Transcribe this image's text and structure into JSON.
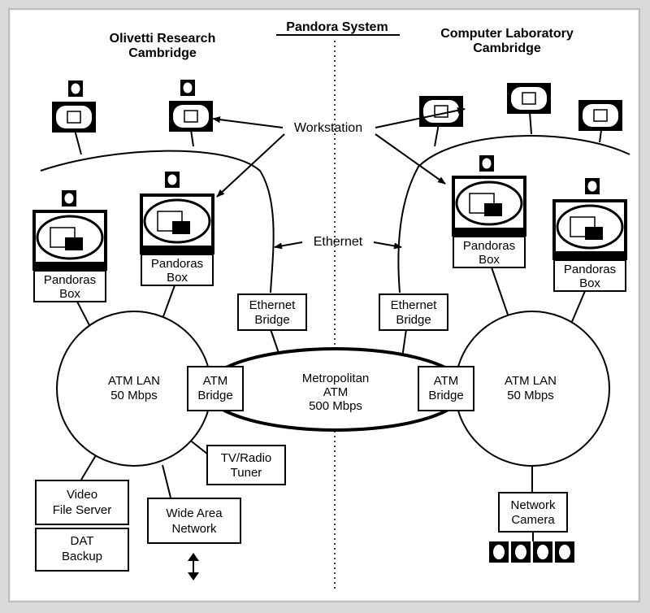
{
  "title": "Pandora System",
  "sites": {
    "left": [
      "Olivetti Research",
      "Cambridge"
    ],
    "right": [
      "Computer Laboratory",
      "Cambridge"
    ]
  },
  "labels": {
    "workstation": "Workstation",
    "ethernet": "Ethernet",
    "pandoras_box": [
      "Pandoras",
      "Box"
    ],
    "ethernet_bridge": [
      "Ethernet",
      "Bridge"
    ],
    "atm_bridge": [
      "ATM",
      "Bridge"
    ],
    "atm_lan": [
      "ATM LAN",
      "50 Mbps"
    ],
    "metro": [
      "Metropolitan",
      "ATM",
      "500 Mbps"
    ],
    "tv_radio": [
      "TV/Radio",
      "Tuner"
    ],
    "video_server": [
      "Video",
      "File Server"
    ],
    "dat_backup": [
      "DAT",
      "Backup"
    ],
    "wan": [
      "Wide Area",
      "Network"
    ],
    "camera": [
      "Network",
      "Camera"
    ]
  },
  "colors": {
    "ink": "#000000",
    "paper": "#ffffff",
    "frame": "#bdbdbd"
  }
}
